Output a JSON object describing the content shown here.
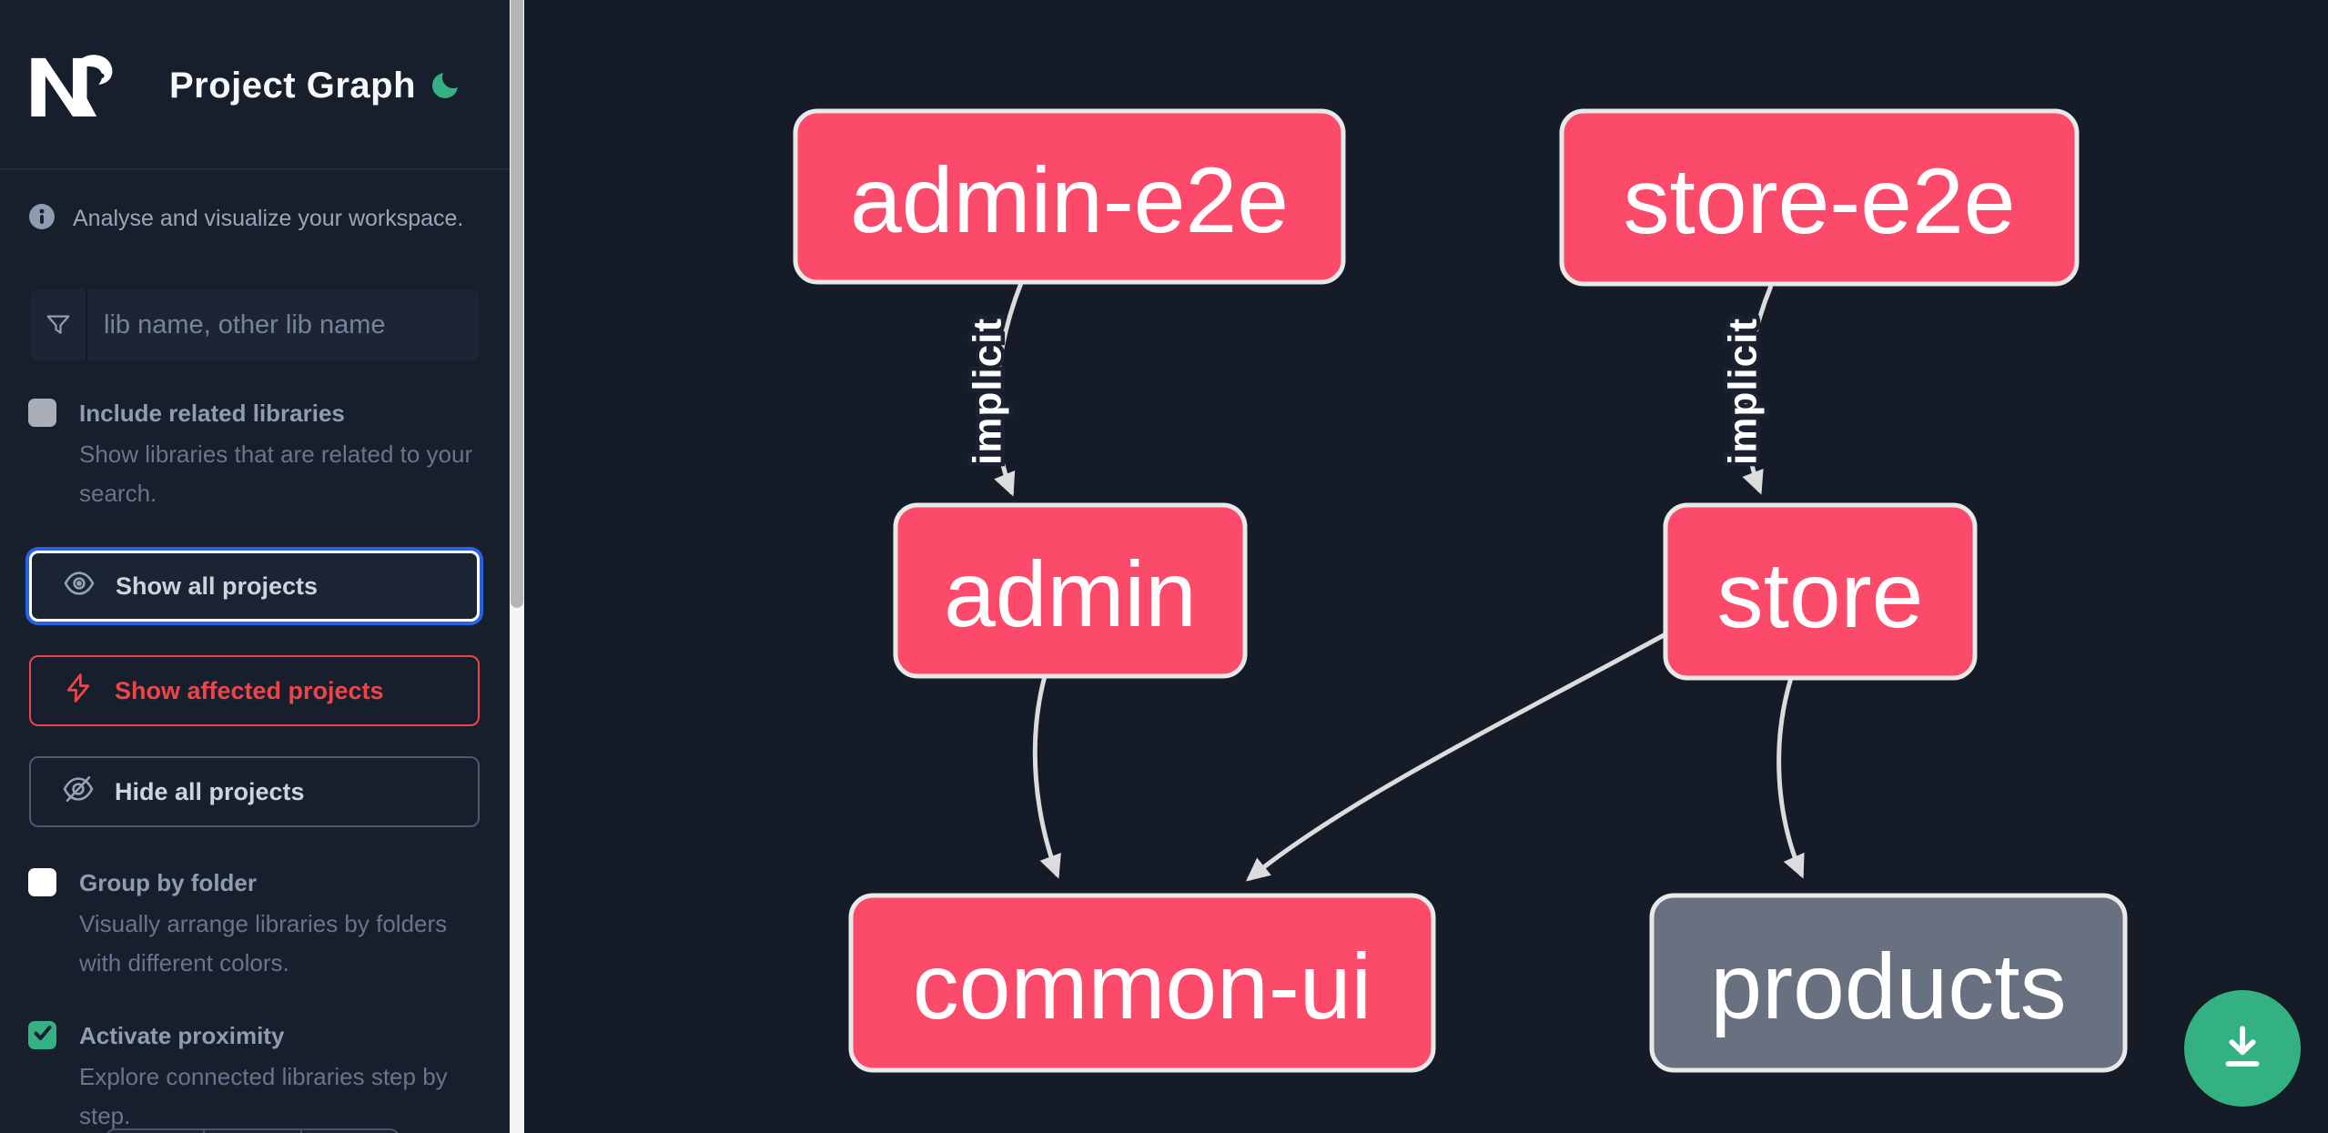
{
  "header": {
    "title": "Project Graph",
    "logo": "nx-logo",
    "theme_toggle_icon": "moon-icon"
  },
  "sidebar": {
    "info_text": "Analyse and visualize your workspace.",
    "search": {
      "placeholder": "lib name, other lib name",
      "value": "",
      "icon": "funnel-icon"
    },
    "options": [
      {
        "label": "Include related libraries",
        "description": "Show libraries that are related to your search.",
        "checked": false,
        "style": "disabled-gray"
      },
      {
        "label": "Group by folder",
        "description": "Visually arrange libraries by folders with different colors.",
        "checked": false,
        "style": "white"
      },
      {
        "label": "Activate proximity",
        "description": "Explore connected libraries step by step.",
        "checked": true,
        "style": "green-checked"
      }
    ],
    "actions": [
      {
        "label": "Show all projects",
        "icon": "eye-icon",
        "state": "focused"
      },
      {
        "label": "Show affected projects",
        "icon": "bolt-icon",
        "state": "affected"
      },
      {
        "label": "Hide all projects",
        "icon": "eye-off-icon",
        "state": "default"
      }
    ]
  },
  "graph": {
    "nodes": [
      {
        "id": "admin-e2e",
        "label": "admin-e2e",
        "kind": "highlighted"
      },
      {
        "id": "store-e2e",
        "label": "store-e2e",
        "kind": "highlighted"
      },
      {
        "id": "admin",
        "label": "admin",
        "kind": "highlighted"
      },
      {
        "id": "store",
        "label": "store",
        "kind": "highlighted"
      },
      {
        "id": "common-ui",
        "label": "common-ui",
        "kind": "highlighted"
      },
      {
        "id": "products",
        "label": "products",
        "kind": "muted"
      }
    ],
    "edges": [
      {
        "from": "admin-e2e",
        "to": "admin",
        "label": "implicit"
      },
      {
        "from": "store-e2e",
        "to": "store",
        "label": "implicit"
      },
      {
        "from": "admin",
        "to": "common-ui",
        "label": ""
      },
      {
        "from": "store",
        "to": "common-ui",
        "label": ""
      },
      {
        "from": "store",
        "to": "products",
        "label": ""
      }
    ]
  },
  "fab": {
    "icon": "download-icon"
  },
  "colors": {
    "node_highlighted": "#fb4a6a",
    "node_muted": "#69707f",
    "node_border": "#e9e9e9",
    "edge": "#dcdcdc",
    "accent_green": "#34b183",
    "focus_blue": "#2663eb",
    "alert_red": "#ef4449",
    "sidebar_bg": "#171e2c",
    "canvas_bg": "#151c28"
  }
}
